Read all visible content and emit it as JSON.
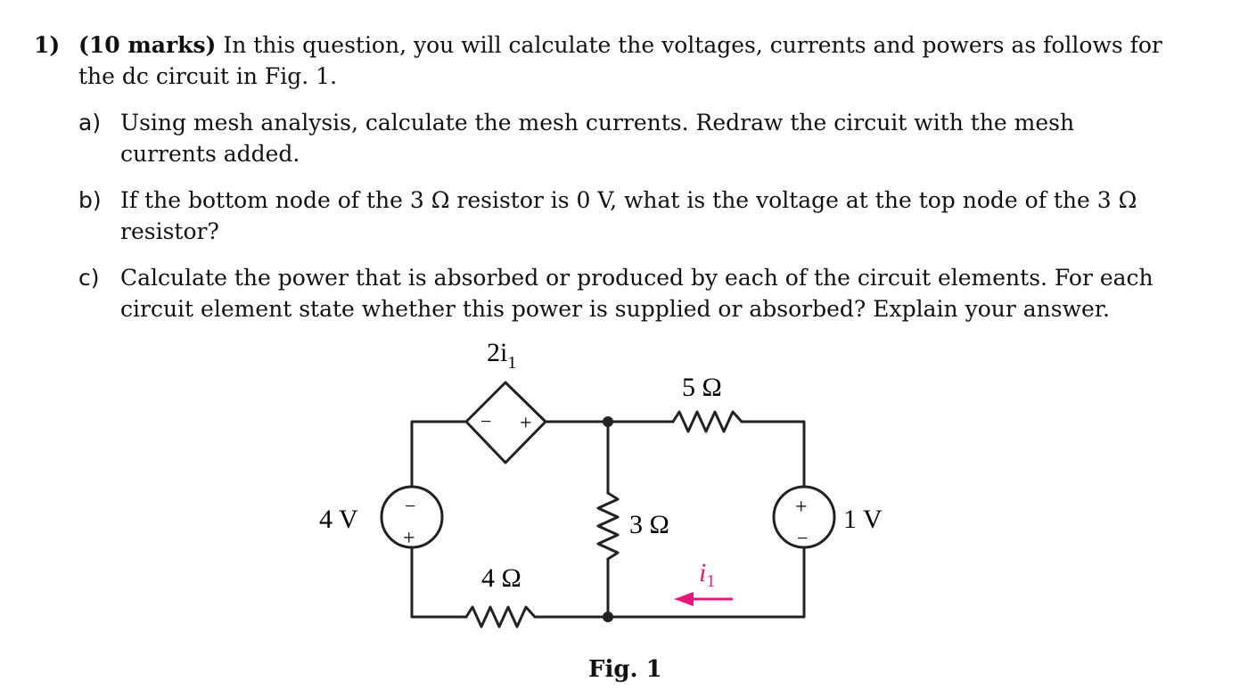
{
  "question": {
    "number": "1)",
    "marks": "(10 marks)",
    "intro_line1": " In this question, you will calculate the voltages, currents and powers as follows for",
    "intro_line2": "the dc circuit in Fig. 1."
  },
  "parts": [
    {
      "label": "a)",
      "line1": "Using mesh analysis, calculate the mesh currents.  Redraw the circuit with the mesh",
      "line2": "currents added."
    },
    {
      "label": "b)",
      "line1": "If the bottom node of the 3 Ω resistor is 0 V, what is the voltage at the top node of the 3 Ω",
      "line2": "resistor?"
    },
    {
      "label": "c)",
      "line1": "Calculate the power that is absorbed or produced by each of the circuit elements. For each",
      "line2": "circuit element state whether this power is supplied or absorbed? Explain your answer."
    }
  ],
  "figure": {
    "dependent_source": {
      "label_main": "2i",
      "label_sub": "1",
      "minus": "−",
      "plus": "+"
    },
    "r5": "5 Ω",
    "r3": "3 Ω",
    "r4": "4 Ω",
    "v4": {
      "label": "4 V",
      "minus": "−",
      "plus": "+"
    },
    "v1": {
      "label": "1 V",
      "minus": "−",
      "plus": "+"
    },
    "current": {
      "label_main": "i",
      "label_sub": "1",
      "color": "#e8177a"
    },
    "caption": "Fig. 1"
  }
}
